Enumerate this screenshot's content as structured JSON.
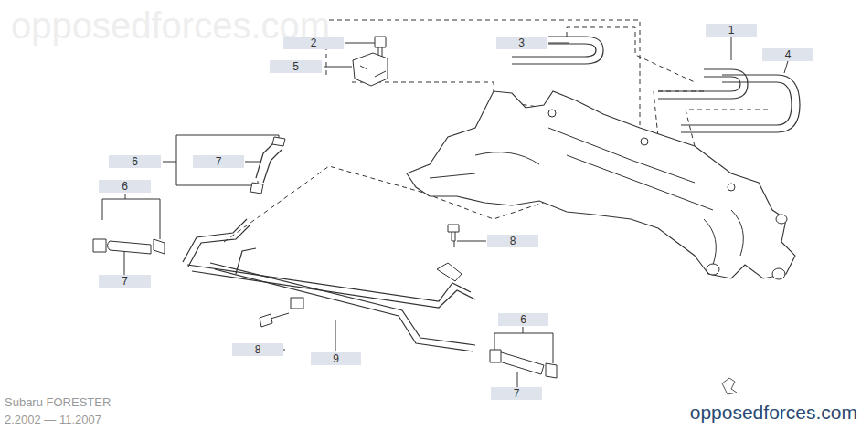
{
  "diagram": {
    "labels": [
      "opposedforces.com",
      "1",
      "2",
      "3",
      "4",
      "5",
      "6",
      "7",
      "6",
      "8",
      "7",
      "8",
      "9",
      "6",
      "7",
      "Subaru FORESTER",
      "2.2002 — 11.2007",
      "opposedforces.com"
    ]
  }
}
